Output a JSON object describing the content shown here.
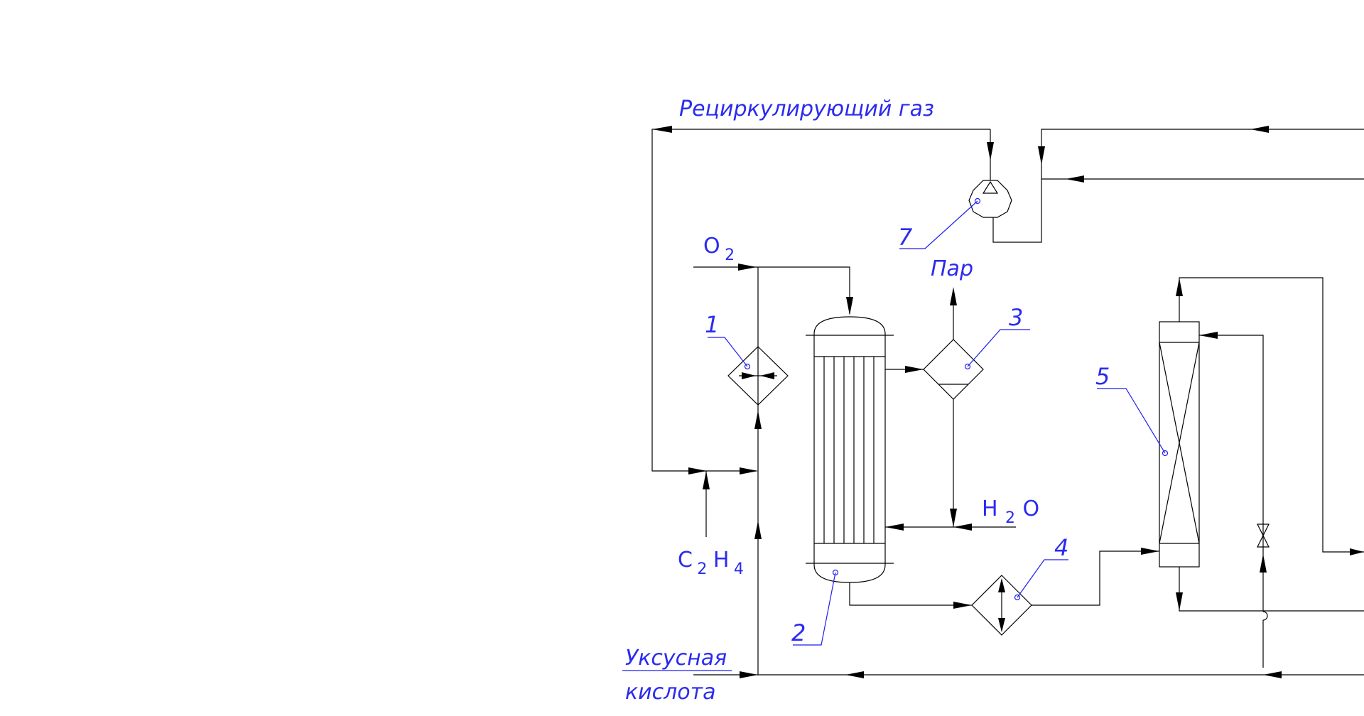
{
  "streams": {
    "recycle_gas": "Рециркулирующий  газ",
    "oxygen": "O",
    "oxygen_sub": "2",
    "steam": "Пар",
    "water": "H",
    "water_sub": "2",
    "water_tail": "O",
    "ethylene": "C",
    "ethylene_sub1": "2",
    "ethylene_h": "H",
    "ethylene_sub2": "4",
    "acetic_acid_line1": "Уксусная",
    "acetic_acid_line2": "кислота"
  },
  "equipment": {
    "n1": "1",
    "n2": "2",
    "n3": "3",
    "n4": "4",
    "n5": "5",
    "n7": "7"
  },
  "colors": {
    "lines": "#000000",
    "labels": "#2b2bf0"
  }
}
